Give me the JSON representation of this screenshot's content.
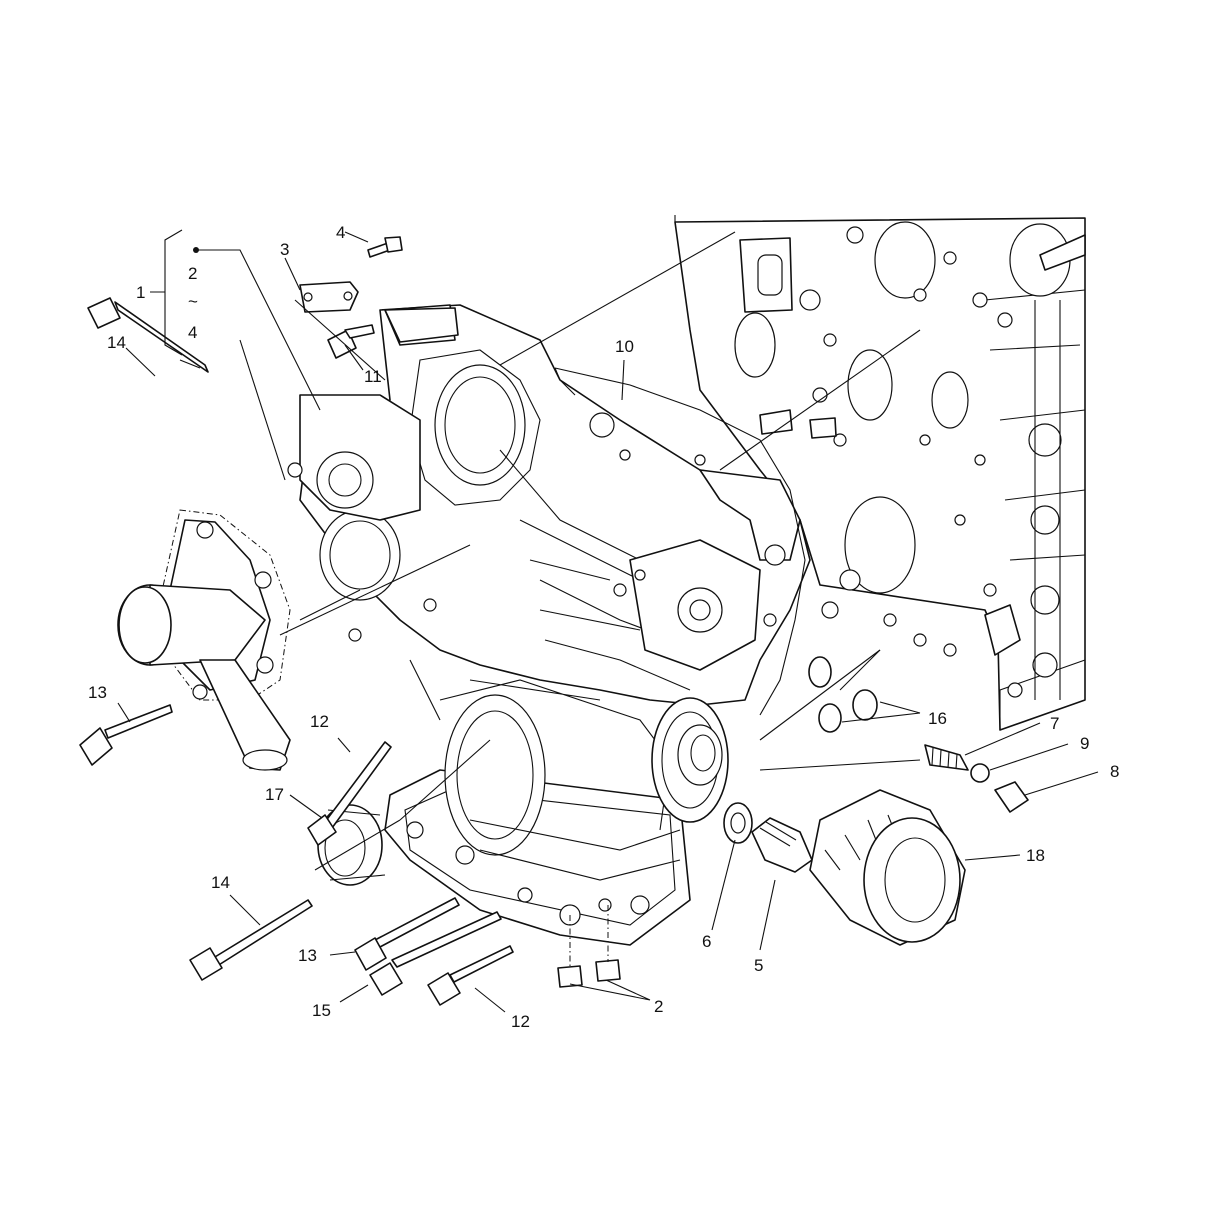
{
  "callouts": {
    "c1": "1",
    "c2_group": "2",
    "c_tilde": "~",
    "c4_group": "4",
    "c4_top": "4",
    "c3": "3",
    "c14_top": "14",
    "c11": "11",
    "c10": "10",
    "c13_left": "13",
    "c12_mid": "12",
    "c17": "17",
    "c14_bottom": "14",
    "c13_bottom": "13",
    "c15": "15",
    "c12_bottom": "12",
    "c2_bottom": "2",
    "c6": "6",
    "c5": "5",
    "c16": "16",
    "c7": "7",
    "c9": "9",
    "c8": "8",
    "c18": "18"
  }
}
